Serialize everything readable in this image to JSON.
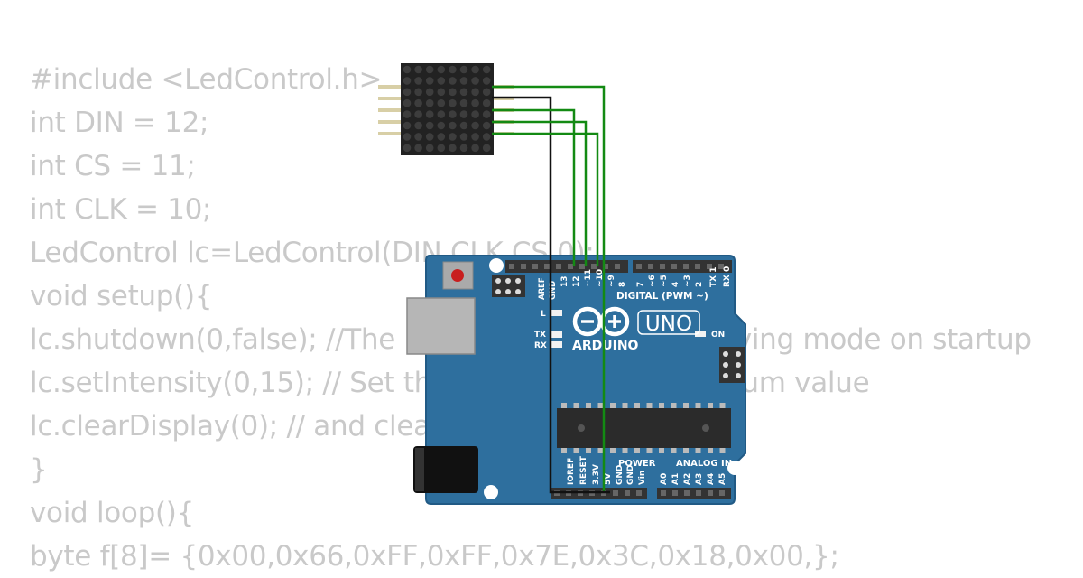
{
  "code_lines": [
    "#include <LedControl.h>",
    "int DIN = 12;",
    "int CS = 11;",
    "int CLK = 10;",
    "LedControl lc=LedControl(DIN,CLK,CS,0);",
    "void setup(){",
    "lc.shutdown(0,false); //The MAX72XX is in power-saving mode on startup",
    "lc.setIntensity(0,15); // Set the brightness to maximum value",
    "lc.clearDisplay(0); // and clear the display",
    "}",
    "void loop(){",
    "byte f[8]= {0x00,0x66,0xFF,0xFF,0x7E,0x3C,0x18,0x00,};"
  ],
  "board": {
    "brand": "ARDUINO",
    "model": "UNO",
    "digital_label": "DIGITAL (PWM ~)",
    "power_label": "POWER",
    "analog_label": "ANALOG IN",
    "on_label": "ON",
    "l_label": "L",
    "tx_label": "TX",
    "rx_label": "RX",
    "aref_label": "AREF",
    "gnd_label": "GND",
    "digital_pins": [
      "13",
      "12",
      "~11",
      "~10",
      "~9",
      "8",
      "7",
      "~6",
      "~5",
      "4",
      "~3",
      "2",
      "TX 1",
      "RX 0"
    ],
    "power_pins": [
      "IOREF",
      "RESET",
      "3.3V",
      "5V",
      "GND",
      "GND",
      "Vin"
    ],
    "analog_pins": [
      "A0",
      "A1",
      "A2",
      "A3",
      "A4",
      "A5"
    ]
  },
  "matrix": {
    "rows": 8,
    "cols": 8
  },
  "colors": {
    "board": "#2e6f9e",
    "board_edge": "#215a85",
    "wire_signal": "#138a13",
    "wire_ground": "#111111",
    "matrix_body": "#222222",
    "code_text": "#c9c9c9"
  }
}
